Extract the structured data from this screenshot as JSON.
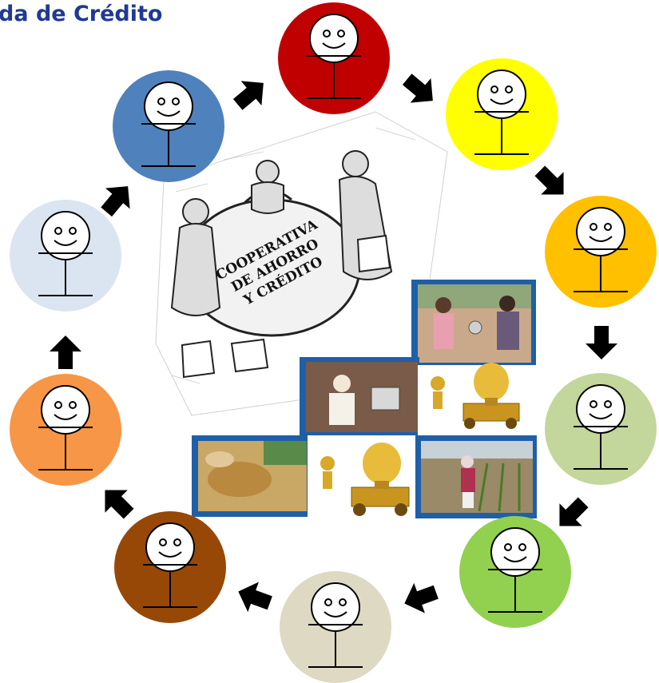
{
  "title": "da de Crédito",
  "sketch_text": [
    "COOPERATIVA",
    "DE AHORRO",
    "Y CRÉDITO"
  ],
  "person_colors": [
    "#4f81bd",
    "#c00000",
    "#ffff00",
    "#ffc000",
    "#c3d69b",
    "#92d050",
    "#ddd9c3",
    "#974806",
    "#f79646",
    "#dbe5f1"
  ],
  "photo_border_color": "#1f5fa8",
  "arrow_color": "#000000"
}
